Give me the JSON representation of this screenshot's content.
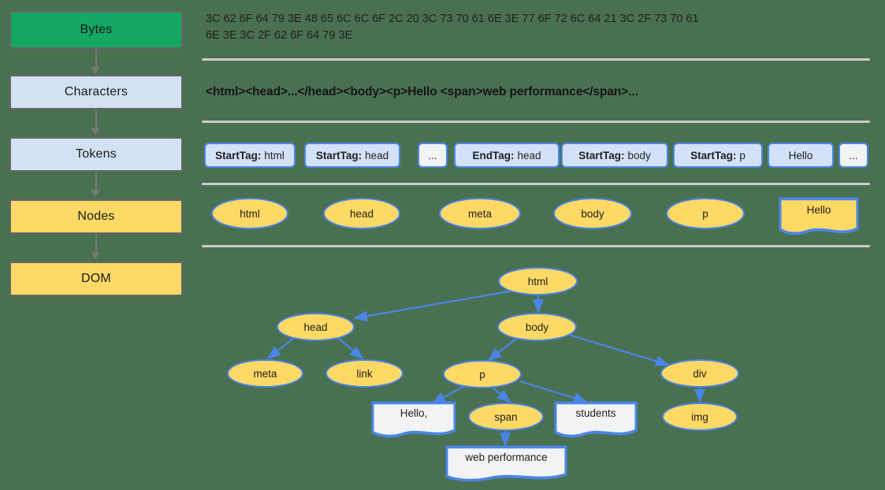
{
  "theme": {
    "background": "#4a7052",
    "accent_blue": "#4a86e8",
    "node_yellow": "#ffd966",
    "stage_green": "#14a864",
    "stage_blue": "#d3e2f2",
    "rule_gray": "#c9ccce"
  },
  "pipeline": {
    "stages": [
      {
        "label": "Bytes",
        "color": "green"
      },
      {
        "label": "Characters",
        "color": "blue"
      },
      {
        "label": "Tokens",
        "color": "blue"
      },
      {
        "label": "Nodes",
        "color": "yellow"
      },
      {
        "label": "DOM",
        "color": "yellow"
      }
    ]
  },
  "bytes_row": {
    "text": "3C 62 6F 64 79 3E 48 65 6C 6C 6F 2C 20 3C 73 70 61 6E 3E 77 6F 72 6C 64 21 3C 2F 73 70 61\n6E 3E 3C 2F 62 6F 64 79 3E"
  },
  "characters_row": {
    "text": "<html><head>...</head><body><p>Hello <span>web performance</span>..."
  },
  "tokens_row": {
    "tokens": [
      {
        "kind": "StartTag:",
        "value": "html",
        "style": "chip"
      },
      {
        "kind": "StartTag:",
        "value": "head",
        "style": "chip"
      },
      {
        "kind": "",
        "value": "...",
        "style": "plain"
      },
      {
        "kind": "EndTag:",
        "value": "head",
        "style": "chip"
      },
      {
        "kind": "StartTag:",
        "value": "body",
        "style": "chip"
      },
      {
        "kind": "StartTag:",
        "value": "p",
        "style": "chip"
      },
      {
        "kind": "",
        "value": "Hello",
        "style": "chip"
      },
      {
        "kind": "",
        "value": "...",
        "style": "plain"
      }
    ]
  },
  "nodes_row": {
    "nodes": [
      {
        "label": "html",
        "shape": "ellipse"
      },
      {
        "label": "head",
        "shape": "ellipse"
      },
      {
        "label": "meta",
        "shape": "ellipse"
      },
      {
        "label": "body",
        "shape": "ellipse"
      },
      {
        "label": "p",
        "shape": "ellipse"
      },
      {
        "label": "Hello",
        "shape": "document"
      }
    ]
  },
  "dom_tree": {
    "nodes": [
      {
        "id": "html",
        "label": "html",
        "shape": "ellipse",
        "fill": "yellow"
      },
      {
        "id": "head",
        "label": "head",
        "shape": "ellipse",
        "fill": "yellow"
      },
      {
        "id": "body",
        "label": "body",
        "shape": "ellipse",
        "fill": "yellow"
      },
      {
        "id": "meta",
        "label": "meta",
        "shape": "ellipse",
        "fill": "yellow"
      },
      {
        "id": "link",
        "label": "link",
        "shape": "ellipse",
        "fill": "yellow"
      },
      {
        "id": "p",
        "label": "p",
        "shape": "ellipse",
        "fill": "yellow"
      },
      {
        "id": "div",
        "label": "div",
        "shape": "ellipse",
        "fill": "yellow"
      },
      {
        "id": "hello",
        "label": "Hello,",
        "shape": "document",
        "fill": "gray"
      },
      {
        "id": "span",
        "label": "span",
        "shape": "ellipse",
        "fill": "yellow"
      },
      {
        "id": "students",
        "label": "students",
        "shape": "document",
        "fill": "gray"
      },
      {
        "id": "img",
        "label": "img",
        "shape": "ellipse",
        "fill": "yellow"
      },
      {
        "id": "webperf",
        "label": "web performance",
        "shape": "document",
        "fill": "gray"
      }
    ],
    "edges": [
      {
        "from": "html",
        "to": "head"
      },
      {
        "from": "html",
        "to": "body"
      },
      {
        "from": "head",
        "to": "meta"
      },
      {
        "from": "head",
        "to": "link"
      },
      {
        "from": "body",
        "to": "p"
      },
      {
        "from": "body",
        "to": "div"
      },
      {
        "from": "p",
        "to": "hello"
      },
      {
        "from": "p",
        "to": "span"
      },
      {
        "from": "p",
        "to": "students"
      },
      {
        "from": "div",
        "to": "img"
      },
      {
        "from": "span",
        "to": "webperf"
      }
    ]
  }
}
